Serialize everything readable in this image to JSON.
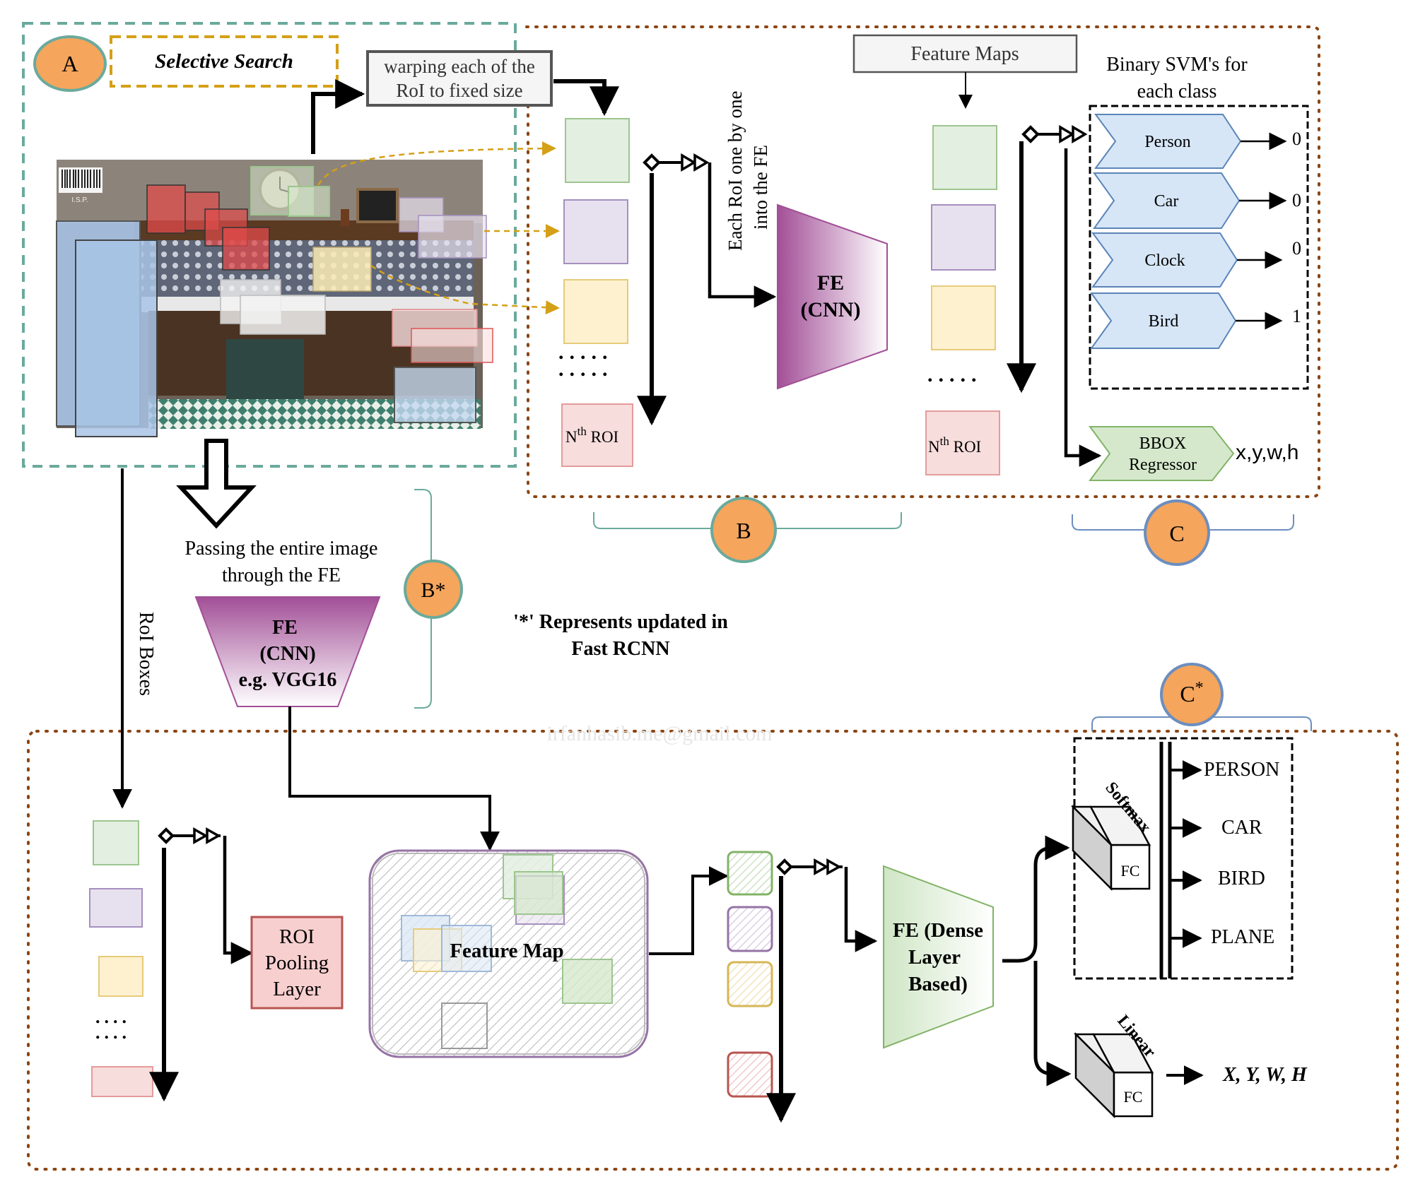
{
  "labels": {
    "A": "A",
    "B": "B",
    "C": "C",
    "B_star": "B*",
    "C_star_base": "C",
    "C_star_sup": "*"
  },
  "stage_a": {
    "selective_search": "Selective Search",
    "warping": [
      "warping each of the",
      "RoI to fixed size"
    ],
    "photo_barcode_text": "I.S.P."
  },
  "stage_b": {
    "each_roi": [
      "Each RoI one by one",
      "into the FE"
    ],
    "fe_title": "FE",
    "fe_sub": "(CNN)",
    "feature_maps": "Feature Maps",
    "nth_roi_base": "N",
    "nth_roi_sup": "th",
    "nth_roi_tail": " ROI",
    "dots": ". . . ."
  },
  "stage_c": {
    "svm_title": [
      "Binary SVM's for",
      "each class"
    ],
    "classes": [
      "Person",
      "Car",
      "Clock",
      "Bird"
    ],
    "outputs": [
      "0",
      "0",
      "0",
      "1"
    ],
    "bbox": [
      "BBOX",
      "Regressor"
    ],
    "bbox_out": "x,y,w,h"
  },
  "fast_rcnn": {
    "passing": [
      "Passing the entire image",
      "through the FE"
    ],
    "fe": [
      "FE",
      "(CNN)",
      "e.g. VGG16"
    ],
    "roi_boxes": "RoI Boxes",
    "note": [
      "'*' Represents updated in",
      "Fast RCNN"
    ],
    "watermark": "irfanhasib.me@gmail.com",
    "roi_pool": [
      "ROI",
      "Pooling",
      "Layer"
    ],
    "feature_map": "Feature Map",
    "dense": [
      "FE (Dense",
      "Layer",
      "Based)"
    ],
    "softmax": "Softmax",
    "linear": "Linear",
    "fc": "FC",
    "classes": [
      "PERSON",
      "CAR",
      "BIRD",
      "PLANE"
    ],
    "bbox_out": "X, Y, W, H"
  },
  "colors": {
    "teal": "#6aaa9c",
    "brown": "#8b4513",
    "gold": "#d4a017",
    "orange_circle": "#f5a55c",
    "blue_arrow": "#d6e6f7",
    "green_arrow": "#d5e8cc",
    "roi_green": "#e3efe0",
    "roi_purple": "#e7e1ef",
    "roi_yellow": "#fdf1d0",
    "roi_pink": "#f8dddd",
    "fe_purple": "#a24f97",
    "fe_green": "#cfe6c5",
    "roi_pool_fill": "#f8cfcf",
    "roi_pool_stroke": "#b85450"
  }
}
